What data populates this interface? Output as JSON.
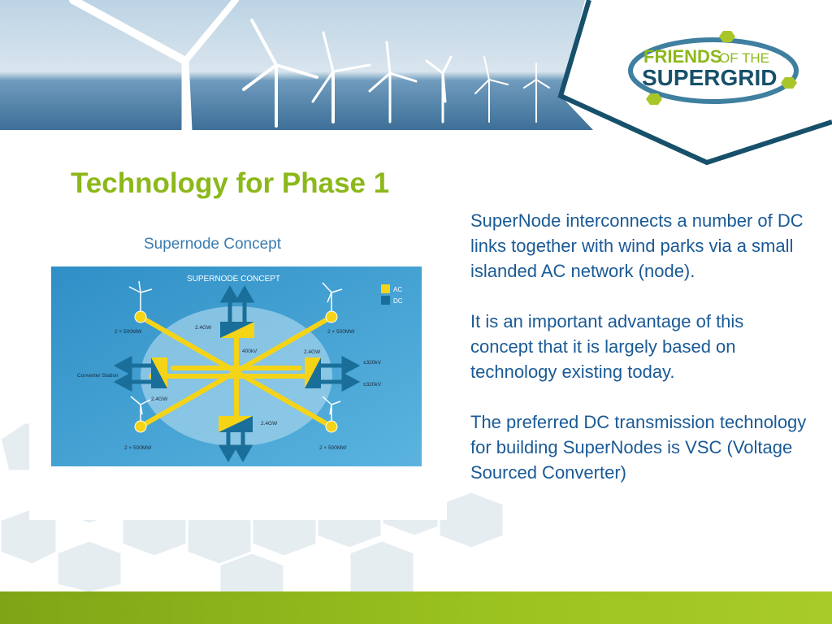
{
  "slide": {
    "title": "Technology for Phase 1"
  },
  "logo": {
    "line1": "FRIENDS",
    "line1b": "OF THE",
    "line2": "SUPERGRID"
  },
  "body": {
    "paragraphs": [
      "SuperNode interconnects a number of DC links together with wind parks via a small islanded AC network (node).",
      "It is an important advantage of this concept that it is largely based on technology existing today.",
      "The preferred DC transmission technology for building SuperNodes is VSC (Voltage Sourced Converter)"
    ]
  },
  "diagram": {
    "caption": "Supernode Concept",
    "inner_title": "SUPERNODE CONCEPT",
    "legend": {
      "ac": "AC",
      "dc": "DC"
    },
    "labels": {
      "top_left_wind": "2 × 500MW",
      "top_right_wind": "2 × 500MW",
      "bottom_left_wind": "2 × 500MW",
      "bottom_right_wind": "2 × 500MW",
      "converter_station": "Converter Station",
      "gw_top": "2.4GW",
      "gw_left": "2.4GW",
      "gw_right": "2.4GW",
      "gw_bottom": "2.4GW",
      "kv_center": "400kV",
      "kv_right_1": "±320kV",
      "kv_right_2": "±320kV"
    },
    "colors": {
      "ac": "#f5d418",
      "dc": "#1a6f9a",
      "background": "#3e9ed0"
    }
  }
}
